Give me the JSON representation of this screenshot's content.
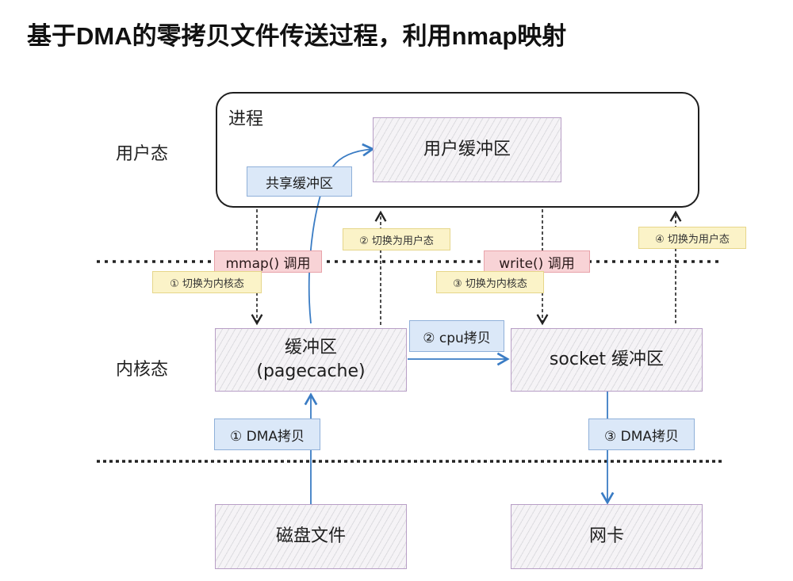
{
  "title": "基于DMA的零拷贝文件传送过程，利用nmap映射",
  "zones": {
    "user": "用户态",
    "kernel": "内核态"
  },
  "process": {
    "label": "进程",
    "user_buffer": "用户缓冲区",
    "shared_buffer": "共享缓冲区"
  },
  "kernel_boxes": {
    "pagecache_line1": "缓冲区",
    "pagecache_line2": "(pagecache)",
    "socket_buffer": "socket 缓冲区"
  },
  "hardware": {
    "disk": "磁盘文件",
    "nic": "网卡"
  },
  "syscalls": {
    "mmap": "mmap() 调用",
    "write": "write() 调用"
  },
  "context_switches": {
    "s1": "① 切换为内核态",
    "s2": "② 切换为用户态",
    "s3": "③ 切换为内核态",
    "s4": "④ 切换为用户态"
  },
  "copies": {
    "dma1": "① DMA拷贝",
    "cpu2": "② cpu拷贝",
    "dma3": "③ DMA拷贝"
  },
  "colors": {
    "arrow_blue": "#3a7cc4",
    "tag_blue": "#dbe8f8",
    "tag_yellow": "#fbf3c8",
    "tag_red": "#f8d3d6",
    "box_border": "#b89fc6"
  }
}
